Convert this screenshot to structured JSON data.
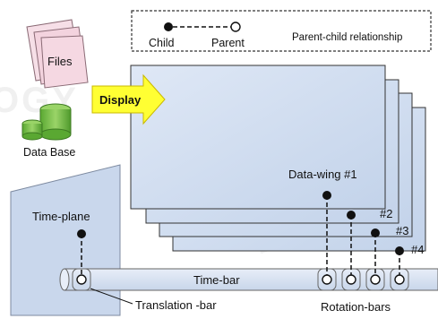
{
  "legend": {
    "child_label": "Child",
    "parent_label": "Parent",
    "relationship_label": "Parent-child relationship"
  },
  "sources": {
    "files_label": "Files",
    "database_label": "Data Base",
    "display_label": "Display"
  },
  "data_wings": [
    {
      "label": "Data-wing  #1"
    },
    {
      "label": "#2"
    },
    {
      "label": "#3"
    },
    {
      "label": "#4"
    }
  ],
  "time_plane_label": "Time-plane",
  "time_bar_label": "Time-bar",
  "translation_bar_label": "Translation -bar",
  "rotation_bars_label": "Rotation-bars",
  "watermark_text": "SCITEPRESS SCIENCE AND TECHNOLOGY PUBLICATIONS",
  "colors": {
    "panel_fill": "#d4dff0",
    "panel_stroke": "#333333",
    "time_plane_fill": "#c9d7ec",
    "display_arrow": "#ffff33",
    "database_green": "#7cc242",
    "files_pink": "#f3d3de",
    "watermark": "#d8d8d8"
  }
}
